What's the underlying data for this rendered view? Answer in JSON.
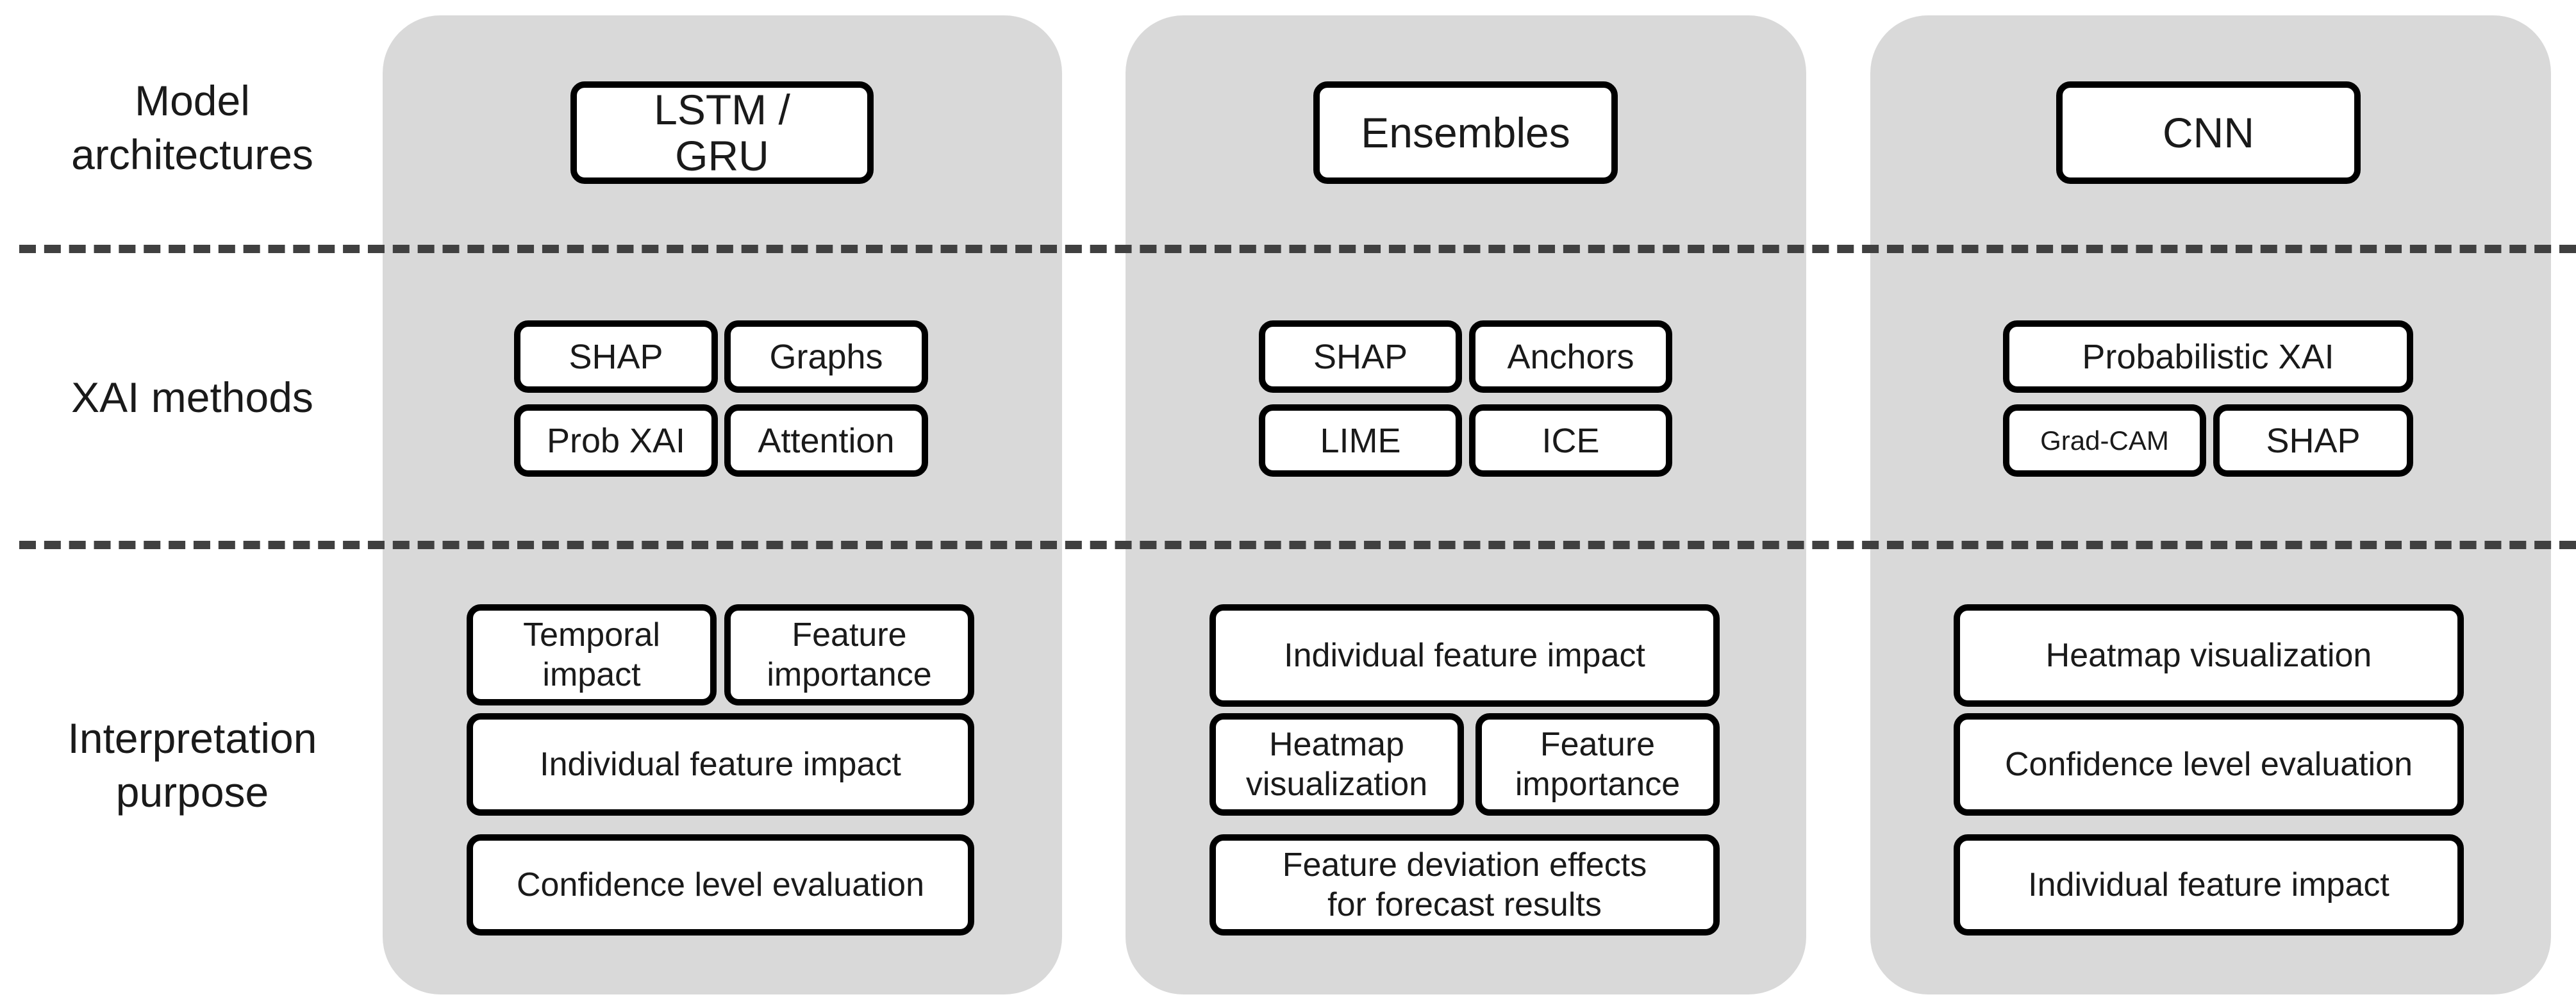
{
  "rows": {
    "model_label": "Model\narchitectures",
    "xai_label": "XAI methods",
    "purpose_label": "Interpretation\npurpose"
  },
  "columns": [
    {
      "architecture": "LSTM /\nGRU",
      "xai_methods": [
        "SHAP",
        "Graphs",
        "Prob XAI",
        "Attention"
      ],
      "purposes": [
        "Temporal\nimpact",
        "Feature\nimportance",
        "Individual feature impact",
        "Confidence level evaluation"
      ]
    },
    {
      "architecture": "Ensembles",
      "xai_methods": [
        "SHAP",
        "Anchors",
        "LIME",
        "ICE"
      ],
      "purposes": [
        "Individual feature impact",
        "Heatmap\nvisualization",
        "Feature\nimportance",
        "Feature deviation effects\nfor forecast results"
      ]
    },
    {
      "architecture": "CNN",
      "xai_methods": [
        "Probabilistic XAI",
        "Grad-CAM",
        "SHAP"
      ],
      "purposes": [
        "Heatmap visualization",
        "Confidence level evaluation",
        "Individual feature impact"
      ]
    }
  ]
}
